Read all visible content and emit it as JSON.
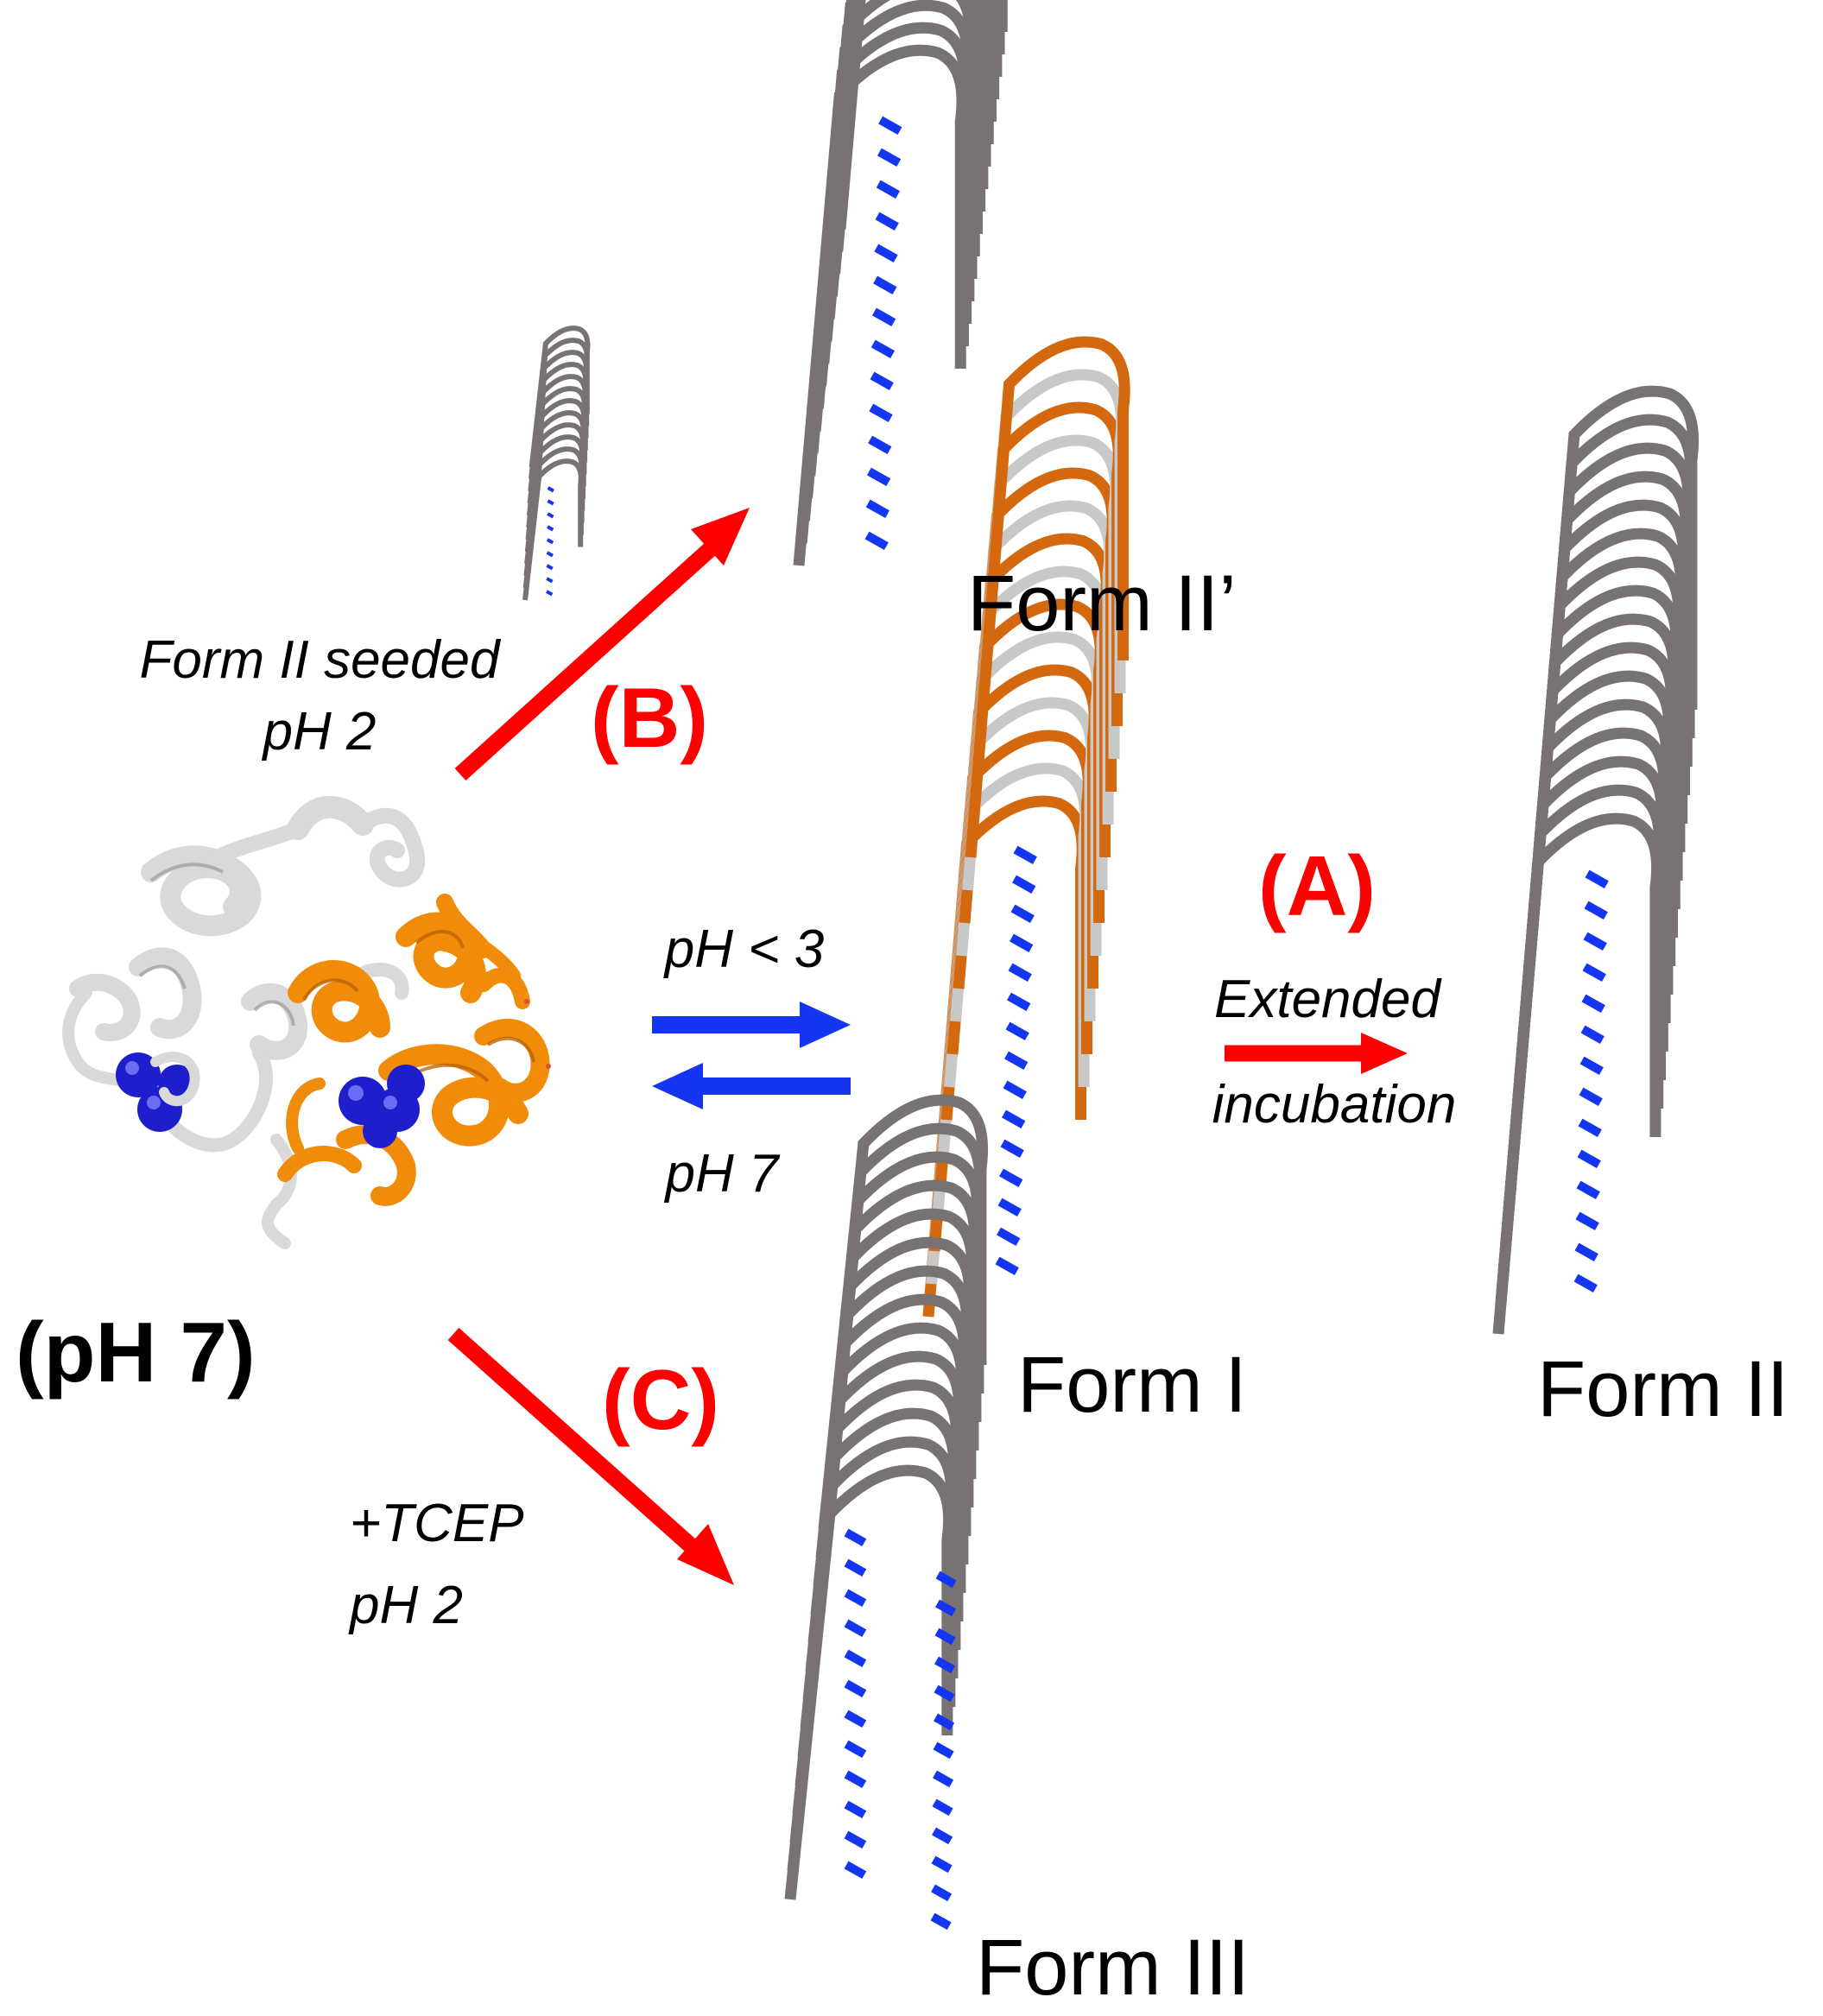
{
  "colors": {
    "background": "#ffffff",
    "fibril_gray": "#787272",
    "fibril_light": "#c8c8c8",
    "fibril_orange": "#d4680f",
    "hbond_blue": "#1436f0",
    "pathway_red": "#ff0000",
    "equilibrium_blue": "#1436f0",
    "helix_white": "#d9d9d9",
    "domain_orange": "#f08c0a",
    "sphere_blue": "#1e1ecc"
  },
  "protein": {
    "state_label": "(pH 7)",
    "icon": "protein-ribbon-structure"
  },
  "equilibrium": {
    "forward_label": "pH < 3",
    "reverse_label": "pH 7"
  },
  "pathways": {
    "A": {
      "tag": "(A)",
      "condition_line1": "Extended",
      "condition_line2": "incubation"
    },
    "B": {
      "tag": "(B)",
      "condition_line1": "Form II seeded",
      "condition_line2": "pH 2"
    },
    "C": {
      "tag": "(C)",
      "condition_line1": "+TCEP",
      "condition_line2": "pH 2"
    }
  },
  "forms": {
    "form_i": "Form I",
    "form_ii": "Form II",
    "form_ii_prime": "Form II’",
    "form_iii": "Form III"
  }
}
